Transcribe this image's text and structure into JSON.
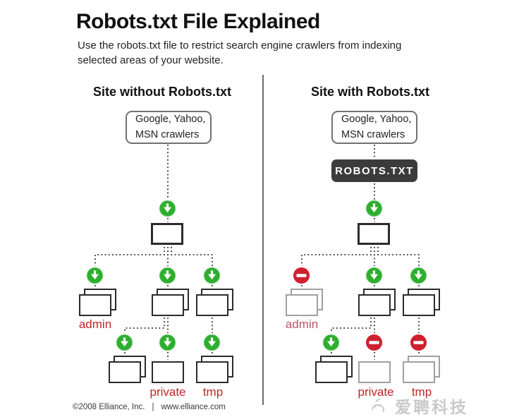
{
  "header": {
    "title": "Robots.txt File Explained",
    "subtitle": "Use the robots.txt file to restrict search engine crawlers from indexing selected areas of your website."
  },
  "panel_left": {
    "heading": "Site without Robots.txt",
    "crawler_line1": "Google, Yahoo,",
    "crawler_line2": "MSN crawlers",
    "labels": {
      "admin": "admin",
      "private": "private",
      "tmp": "tmp"
    }
  },
  "panel_right": {
    "heading": "Site with Robots.txt",
    "crawler_line1": "Google, Yahoo,",
    "crawler_line2": "MSN crawlers",
    "badge": "ROBOTS.TXT",
    "labels": {
      "admin": "admin",
      "private": "private",
      "tmp": "tmp"
    }
  },
  "footer": {
    "copyright": "©2008 Elliance, Inc.",
    "separator": "|",
    "url": "www.elliance.com"
  },
  "watermark": {
    "text": "爱聘科技"
  },
  "icons": {
    "allow": "green-circle-down-arrow",
    "deny": "red-circle-no-entry"
  },
  "colors": {
    "allow_green": "#2eae2e",
    "deny_red": "#d02030",
    "label_red": "#c22626",
    "label_red_muted": "#bf5066",
    "badge_bg": "#3b3b3b",
    "line_dark": "#2e2e2e",
    "folder_gray": "#a0a0a0"
  }
}
